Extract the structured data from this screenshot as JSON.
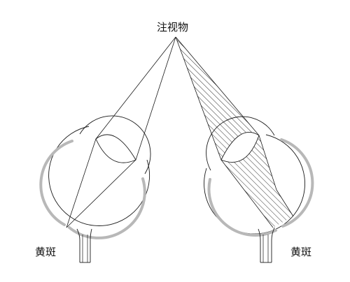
{
  "labels": {
    "fixation_object": "注视物",
    "macula_left": "黄斑",
    "macula_right": "黄斑"
  },
  "colors": {
    "outline": "#1a1a1a",
    "retina": "#b8b8b8",
    "hatch": "#333333",
    "background": "#ffffff"
  }
}
